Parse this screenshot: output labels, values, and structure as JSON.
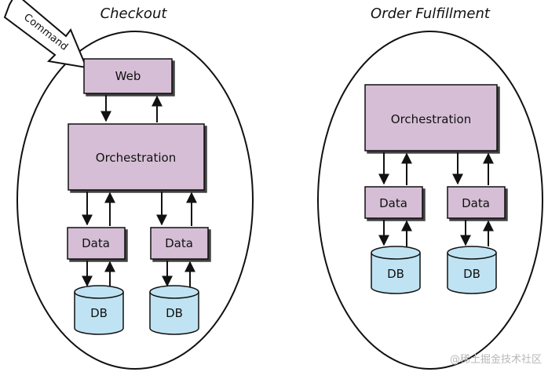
{
  "colors": {
    "box_fill": "#d6bfd6",
    "db_fill": "#bfe3f3",
    "stroke": "#111111",
    "background": "#ffffff"
  },
  "checkout": {
    "title": "Checkout",
    "command_label": "Command",
    "web_label": "Web",
    "orchestration_label": "Orchestration",
    "data_left_label": "Data",
    "data_right_label": "Data",
    "db_left_label": "DB",
    "db_right_label": "DB"
  },
  "fulfillment": {
    "title": "Order Fulfillment",
    "orchestration_label": "Orchestration",
    "data_left_label": "Data",
    "data_right_label": "Data",
    "db_left_label": "DB",
    "db_right_label": "DB"
  },
  "watermark": "@稀土掘金技术社区"
}
